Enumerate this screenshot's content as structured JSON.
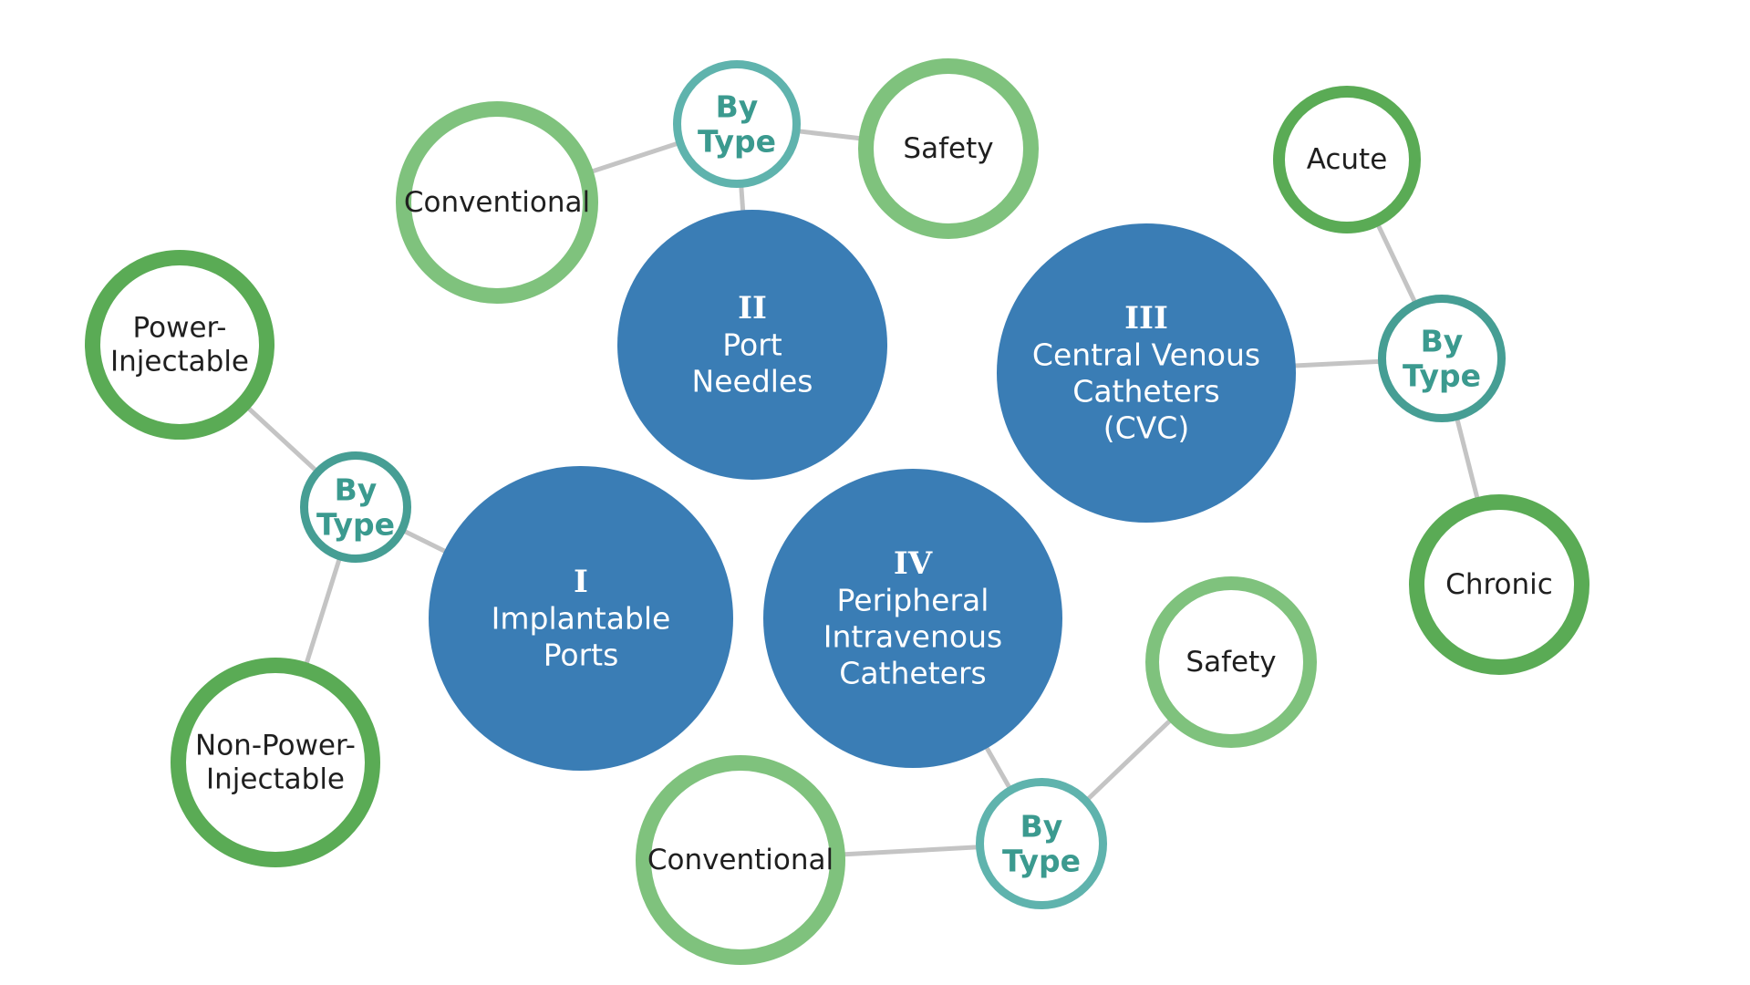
{
  "colors": {
    "category_fill": "#3a7db5",
    "hub_ring_teal_light": "#5fb3ad",
    "hub_ring_teal_dark": "#469e94",
    "hub_text": "#3b9a8f",
    "leaf_ring_light": "#7fc27d",
    "leaf_ring_dark": "#5aab55",
    "edge": "#c4c4c4"
  },
  "categories": [
    {
      "id": "cat1",
      "numeral": "I",
      "label_lines": [
        "Implantable",
        "Ports"
      ]
    },
    {
      "id": "cat2",
      "numeral": "II",
      "label_lines": [
        "Port",
        "Needles"
      ]
    },
    {
      "id": "cat3",
      "numeral": "III",
      "label_lines": [
        "Central Venous",
        "Catheters",
        "(CVC)"
      ]
    },
    {
      "id": "cat4",
      "numeral": "IV",
      "label_lines": [
        "Peripheral",
        "Intravenous",
        "Catheters"
      ]
    }
  ],
  "hubs": [
    {
      "id": "hub1",
      "parent": "cat1",
      "label_lines": [
        "By",
        "Type"
      ]
    },
    {
      "id": "hub2",
      "parent": "cat2",
      "label_lines": [
        "By",
        "Type"
      ]
    },
    {
      "id": "hub3",
      "parent": "cat3",
      "label_lines": [
        "By",
        "Type"
      ]
    },
    {
      "id": "hub4",
      "parent": "cat4",
      "label_lines": [
        "By",
        "Type"
      ]
    }
  ],
  "leaves": [
    {
      "id": "leaf1a",
      "parent": "hub1",
      "label_lines": [
        "Power-",
        "Injectable"
      ]
    },
    {
      "id": "leaf1b",
      "parent": "hub1",
      "label_lines": [
        "Non-Power-",
        "Injectable"
      ]
    },
    {
      "id": "leaf2a",
      "parent": "hub2",
      "label_lines": [
        "Conventional"
      ]
    },
    {
      "id": "leaf2b",
      "parent": "hub2",
      "label_lines": [
        "Safety"
      ]
    },
    {
      "id": "leaf3a",
      "parent": "hub3",
      "label_lines": [
        "Acute"
      ]
    },
    {
      "id": "leaf3b",
      "parent": "hub3",
      "label_lines": [
        "Chronic"
      ]
    },
    {
      "id": "leaf4a",
      "parent": "hub4",
      "label_lines": [
        "Safety"
      ]
    },
    {
      "id": "leaf4b",
      "parent": "hub4",
      "label_lines": [
        "Conventional"
      ]
    }
  ]
}
